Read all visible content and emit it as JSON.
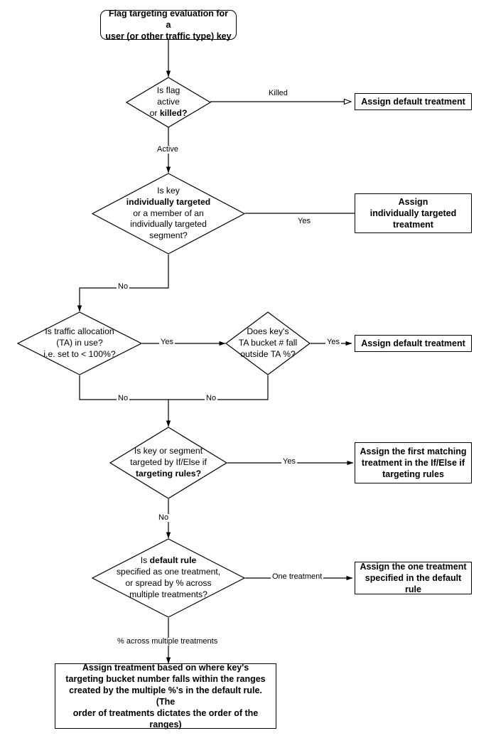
{
  "diagram": {
    "title": "Flag targeting evaluation flowchart",
    "type": "flowchart",
    "colors": {
      "stroke": "#000000",
      "fill": "#ffffff",
      "text": "#000000"
    },
    "nodes": {
      "start": {
        "shape": "terminator",
        "line1": "Flag targeting evaluation for a",
        "line2": "user (or other traffic type) key"
      },
      "d1": {
        "shape": "decision",
        "line1": "Is flag",
        "line2": "active",
        "line3_plain": "or ",
        "line3_bold": "killed?"
      },
      "p1": {
        "shape": "process",
        "line1": "Assign default treatment"
      },
      "d2": {
        "shape": "decision",
        "line1": "Is key",
        "line2_bold": "individually targeted",
        "line3": "or a member of an",
        "line4": "individually targeted",
        "line5": "segment?"
      },
      "p2": {
        "shape": "process",
        "line1": "Assign",
        "line2": "individually targeted",
        "line3": "treatment"
      },
      "d3": {
        "shape": "decision",
        "line1": "Is traffic allocation",
        "line2": "(TA) in use?",
        "line3": "i.e. set to < 100%?"
      },
      "d4": {
        "shape": "decision",
        "line1": "Does key's",
        "line2": "TA bucket # fall",
        "line3": "outside TA %?"
      },
      "p3": {
        "shape": "process",
        "line1": "Assign default treatment"
      },
      "d5": {
        "shape": "decision",
        "line1": "Is key or segment",
        "line2": "targeted by If/Else if",
        "line3_bold": "targeting rules?"
      },
      "p4": {
        "shape": "process",
        "line1": "Assign the first matching",
        "line2": "treatment in the If/Else if",
        "line3": "targeting rules"
      },
      "d6": {
        "shape": "decision",
        "line1_plain": "Is ",
        "line1_bold": "default rule",
        "line2": "specified as one treatment,",
        "line3": "or spread by % across",
        "line4": "multiple treatments?"
      },
      "p5": {
        "shape": "process",
        "line1": "Assign the one treatment",
        "line2": "specified in the default rule"
      },
      "p6": {
        "shape": "process",
        "line1": "Assign treatment based on where key's",
        "line2": "targeting bucket number falls within the ranges",
        "line3": "created by the multiple %'s in the default rule. (The",
        "line4": "order of treatments dictates the order of the ranges)"
      }
    },
    "edge_labels": {
      "killed": "Killed",
      "active": "Active",
      "yes_d2": "Yes",
      "no_d2": "No",
      "yes_d3": "Yes",
      "no_d3": "No",
      "yes_d4": "Yes",
      "no_d4": "No",
      "yes_d5": "Yes",
      "no_d5": "No",
      "one_treatment": "One treatment",
      "percent_across": "% across multiple treatments"
    }
  }
}
